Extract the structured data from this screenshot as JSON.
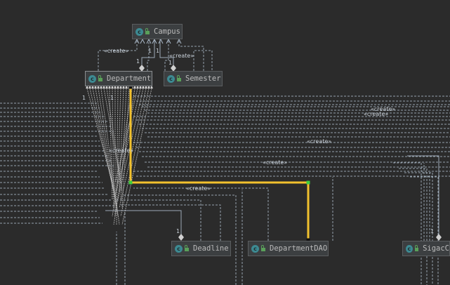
{
  "nodes": {
    "campus": {
      "label": "Campus",
      "icon": "class-icon",
      "icon_letter": "c"
    },
    "department": {
      "label": "Department",
      "icon": "class-icon",
      "icon_letter": "c"
    },
    "semester": {
      "label": "Semester",
      "icon": "class-icon",
      "icon_letter": "c"
    },
    "deadline": {
      "label": "Deadline",
      "icon": "class-icon",
      "icon_letter": "c"
    },
    "department_dao": {
      "label": "DepartmentDAO",
      "icon": "class-icon",
      "icon_letter": "c"
    },
    "sigac": {
      "label": "SigacC",
      "icon": "class-icon",
      "icon_letter": "c"
    }
  },
  "edge_labels": {
    "create": "«create»",
    "mult_one": "1"
  },
  "colors": {
    "background": "#2b2b2b",
    "node_fill": "#3c3f41",
    "edge": "#a9b7c6",
    "highlight": "#f2c12e",
    "icon": "#3d8a92"
  }
}
